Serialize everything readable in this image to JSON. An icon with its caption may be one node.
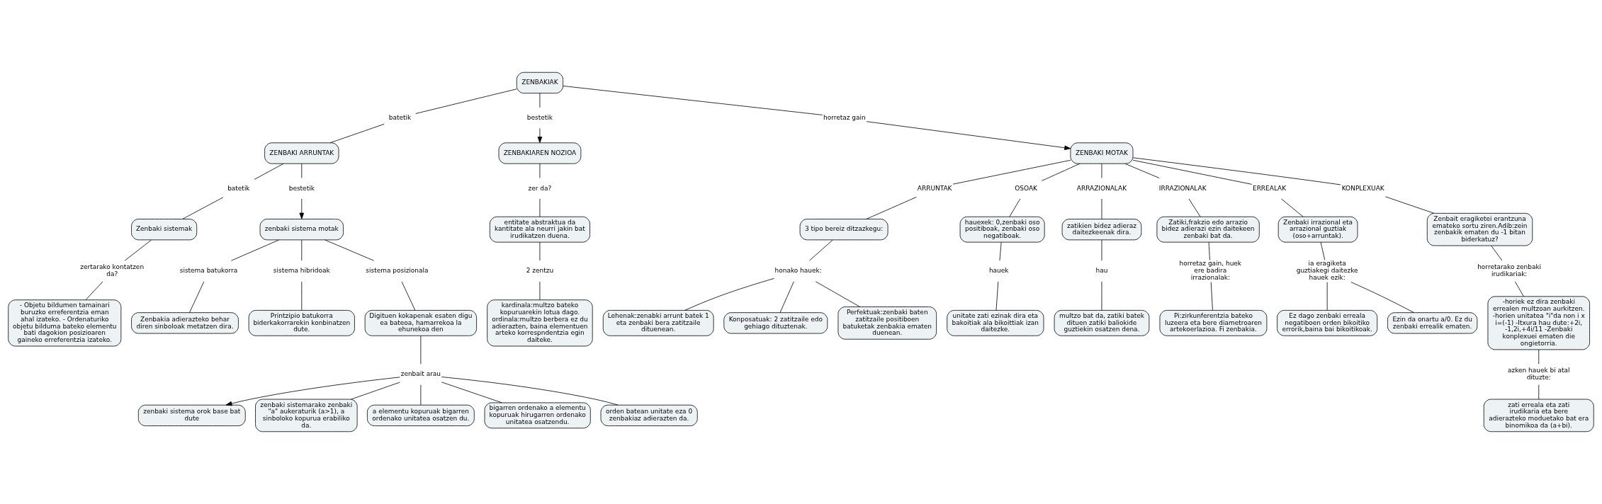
{
  "diagram": {
    "nodes": [
      {
        "text": [
          "ZENBAKIAK"
        ]
      },
      {
        "text": [
          "batetik"
        ]
      },
      {
        "text": [
          "bestetik"
        ]
      },
      {
        "text": [
          "horretaz gain"
        ]
      },
      {
        "text": [
          "ZENBAKI ARRUNTAK"
        ]
      },
      {
        "text": [
          "ZENBAKIAREN NOZIOA"
        ]
      },
      {
        "text": [
          "ZENBAKI MOTAK"
        ]
      },
      {
        "text": [
          "batetik"
        ]
      },
      {
        "text": [
          "bestetik"
        ]
      },
      {
        "text": [
          "Zenbaki sistemak"
        ]
      },
      {
        "text": [
          "zenbaki sistema motak"
        ]
      },
      {
        "text": [
          "zertarako kontatzen da?"
        ]
      },
      {
        "text": [
          "- Objetu bildumen tamainari buruzko erreferentzia eman ahal izateko. - Ordenaturiko objetu bilduma bateko elementu bati dagokion posizioaren gaineko erreferentzia izateko."
        ]
      },
      {
        "text": [
          "sistema batukorra"
        ]
      },
      {
        "text": [
          "sistema hibridoak"
        ]
      },
      {
        "text": [
          "sistema posizionala"
        ]
      },
      {
        "text": [
          "Zenbakia adierazteko behar diren sinboloak metatzen dira."
        ]
      },
      {
        "text": [
          "Printzipio batukorra biderkakorrarekin konbinatzen dute."
        ]
      },
      {
        "text": [
          "Digituen kokapenak esaten digu ea bateoa, hamarrekoa la ehunekoa den"
        ]
      },
      {
        "text": [
          "zenbait arau"
        ]
      },
      {
        "text": [
          "zenbaki sistema orok base bat dute"
        ]
      },
      {
        "text": [
          "zenbaki sistemarako zenbaki \"a\" aukeraturik (a>1), a sinboloko kopurua erabiliko da."
        ]
      },
      {
        "text": [
          "a elementu kopuruak bigarren ordenako unitatea osatzen du."
        ]
      },
      {
        "text": [
          "bigarren ordenako a elementu kopuruak hirugarren ordenako unitatea osatzendu."
        ]
      },
      {
        "text": [
          "orden batean unitate eza 0 zenbakiaz adierazten da."
        ]
      },
      {
        "text": [
          "zer da?"
        ]
      },
      {
        "text": [
          "entitate abstraktua da kantitate ala neurri jakin bat irudikatzen duena."
        ]
      },
      {
        "text": [
          "2 zentzu"
        ]
      },
      {
        "text": [
          "kardinala:multzo bateko kopuruarekin lotua dago. ordinala:multzo berbera ez du adierazten, baina elementuen arteko korrespndentzia egin daiteke."
        ]
      },
      {
        "text": [
          "ARRUNTAK"
        ]
      },
      {
        "text": [
          "3 tipo bereiz ditzazkegu:"
        ]
      },
      {
        "text": [
          "honako hauek:"
        ]
      },
      {
        "text": [
          "Lehenak:zenabki arrunt batek 1 eta zenbaki bera zatitzaile dituenean."
        ]
      },
      {
        "text": [
          "Konposatuak: 2 zatitzaile edo gehiago dituztenak."
        ]
      },
      {
        "text": [
          "Perfektuak:zenbaki baten zatitzaile positiboen batuketak zenbakia ematen duenean."
        ]
      },
      {
        "text": [
          "OSOAK"
        ]
      },
      {
        "text": [
          "hauexek: 0,zenbaki oso positiboak, zenbaki oso negatiboak."
        ]
      },
      {
        "text": [
          "hauek"
        ]
      },
      {
        "text": [
          "unitate zati ezinak dira eta bakoitiak ala bikoittiak izan daitezke."
        ]
      },
      {
        "text": [
          "ARRAZIONALAK"
        ]
      },
      {
        "text": [
          "zatikien bidez adieraz daitezkeenak dira."
        ]
      },
      {
        "text": [
          "hau"
        ]
      },
      {
        "text": [
          "multzo bat da, zatiki batek dituen zatiki baliokide guztiekin osatzen dena."
        ]
      },
      {
        "text": [
          "IRRAZIONALAK"
        ]
      },
      {
        "text": [
          "Zatiki,frakzio edo arrazio bidez adierazi ezin daitekeen zenbaki bat da."
        ]
      },
      {
        "text": [
          "horretaz gain, huek ere badira irrazionalak:"
        ]
      },
      {
        "text": [
          "Pi:zirkunferentzia bateko luzeera eta bere diametroaren artekoerlazioa. Fi zenbakia."
        ]
      },
      {
        "text": [
          "ERREALAK"
        ]
      },
      {
        "text": [
          "Zenbaki irrazional eta arrazional guztiak (oso+arruntak)."
        ]
      },
      {
        "text": [
          "ia eragiketa guztiakegi daitezke hauek ezik:"
        ]
      },
      {
        "text": [
          "Ez dago zenbaki erreala negatiboen orden bikoitiko errorik,baina bai bikoitikoak."
        ]
      },
      {
        "text": [
          "Ezin da onartu a/0. Ez du zenbaki errealik ematen."
        ]
      },
      {
        "text": [
          "KONPLEXUAK"
        ]
      },
      {
        "text": [
          "Zenbait eragiketei erantzuna emateko sortu ziren.Adib:zein zenbakik ematen du -1 bitan biderkatuz?"
        ]
      },
      {
        "text": [
          "horretarako zenbaki irudikariak:"
        ]
      },
      {
        "text": [
          "-horiek ez dira zenbaki errealen multzoan aurkitzen. -horien unitatea \"i\"da non i x i=(-1) -Itxura hau dute:+2i, -1,2i,+4i/11 -Zenbaki konplexuei ematen die ongietorria."
        ]
      },
      {
        "text": [
          "azken hauek bi atal dituzte:"
        ]
      },
      {
        "text": [
          "zati erreala eta zati irudikaria eta bere adierazteko moduetako bat era binomikoa da (a+bi)."
        ]
      }
    ],
    "edges": [
      {
        "from": 0,
        "to": 1,
        "arrow": "none"
      },
      {
        "from": 0,
        "to": 2,
        "arrow": "none"
      },
      {
        "from": 0,
        "to": 3,
        "arrow": "none"
      },
      {
        "from": 1,
        "to": 4,
        "arrow": "none"
      },
      {
        "from": 2,
        "to": 5,
        "arrow": "to"
      },
      {
        "from": 3,
        "to": 6,
        "arrow": "to"
      },
      {
        "from": 4,
        "to": 7,
        "arrow": "none"
      },
      {
        "from": 4,
        "to": 8,
        "arrow": "none"
      },
      {
        "from": 7,
        "to": 9,
        "arrow": "none"
      },
      {
        "from": 8,
        "to": 10,
        "arrow": "to"
      },
      {
        "from": 9,
        "to": 11,
        "arrow": "none"
      },
      {
        "from": 11,
        "to": 12,
        "arrow": "none"
      },
      {
        "from": 10,
        "to": 13,
        "arrow": "none"
      },
      {
        "from": 10,
        "to": 14,
        "arrow": "none"
      },
      {
        "from": 10,
        "to": 15,
        "arrow": "none"
      },
      {
        "from": 13,
        "to": 16,
        "arrow": "none"
      },
      {
        "from": 14,
        "to": 17,
        "arrow": "none"
      },
      {
        "from": 15,
        "to": 18,
        "arrow": "none"
      },
      {
        "from": 18,
        "to": 19,
        "arrow": "none"
      },
      {
        "from": 19,
        "to": 20,
        "arrow": "to"
      },
      {
        "from": 19,
        "to": 21,
        "arrow": "none"
      },
      {
        "from": 19,
        "to": 22,
        "arrow": "none"
      },
      {
        "from": 19,
        "to": 23,
        "arrow": "none"
      },
      {
        "from": 19,
        "to": 24,
        "arrow": "none"
      },
      {
        "from": 5,
        "to": 25,
        "arrow": "none"
      },
      {
        "from": 25,
        "to": 26,
        "arrow": "none"
      },
      {
        "from": 26,
        "to": 27,
        "arrow": "none"
      },
      {
        "from": 27,
        "to": 28,
        "arrow": "none"
      },
      {
        "from": 6,
        "to": 29,
        "arrow": "none"
      },
      {
        "from": 29,
        "to": 30,
        "arrow": "none"
      },
      {
        "from": 30,
        "to": 31,
        "arrow": "none"
      },
      {
        "from": 31,
        "to": 32,
        "arrow": "none"
      },
      {
        "from": 31,
        "to": 33,
        "arrow": "none"
      },
      {
        "from": 31,
        "to": 34,
        "arrow": "none"
      },
      {
        "from": 6,
        "to": 35,
        "arrow": "none"
      },
      {
        "from": 35,
        "to": 36,
        "arrow": "none"
      },
      {
        "from": 36,
        "to": 37,
        "arrow": "none"
      },
      {
        "from": 37,
        "to": 38,
        "arrow": "none"
      },
      {
        "from": 6,
        "to": 39,
        "arrow": "none"
      },
      {
        "from": 39,
        "to": 40,
        "arrow": "none"
      },
      {
        "from": 40,
        "to": 41,
        "arrow": "none"
      },
      {
        "from": 41,
        "to": 42,
        "arrow": "none"
      },
      {
        "from": 6,
        "to": 43,
        "arrow": "none"
      },
      {
        "from": 43,
        "to": 44,
        "arrow": "none"
      },
      {
        "from": 44,
        "to": 45,
        "arrow": "none"
      },
      {
        "from": 45,
        "to": 46,
        "arrow": "none"
      },
      {
        "from": 6,
        "to": 47,
        "arrow": "none"
      },
      {
        "from": 47,
        "to": 48,
        "arrow": "none"
      },
      {
        "from": 48,
        "to": 49,
        "arrow": "none"
      },
      {
        "from": 49,
        "to": 50,
        "arrow": "none"
      },
      {
        "from": 49,
        "to": 51,
        "arrow": "none"
      },
      {
        "from": 6,
        "to": 52,
        "arrow": "none"
      },
      {
        "from": 52,
        "to": 53,
        "arrow": "none"
      },
      {
        "from": 53,
        "to": 54,
        "arrow": "none"
      },
      {
        "from": 54,
        "to": 55,
        "arrow": "none"
      },
      {
        "from": 55,
        "to": 56,
        "arrow": "none"
      },
      {
        "from": 56,
        "to": 57,
        "arrow": "none"
      }
    ]
  }
}
